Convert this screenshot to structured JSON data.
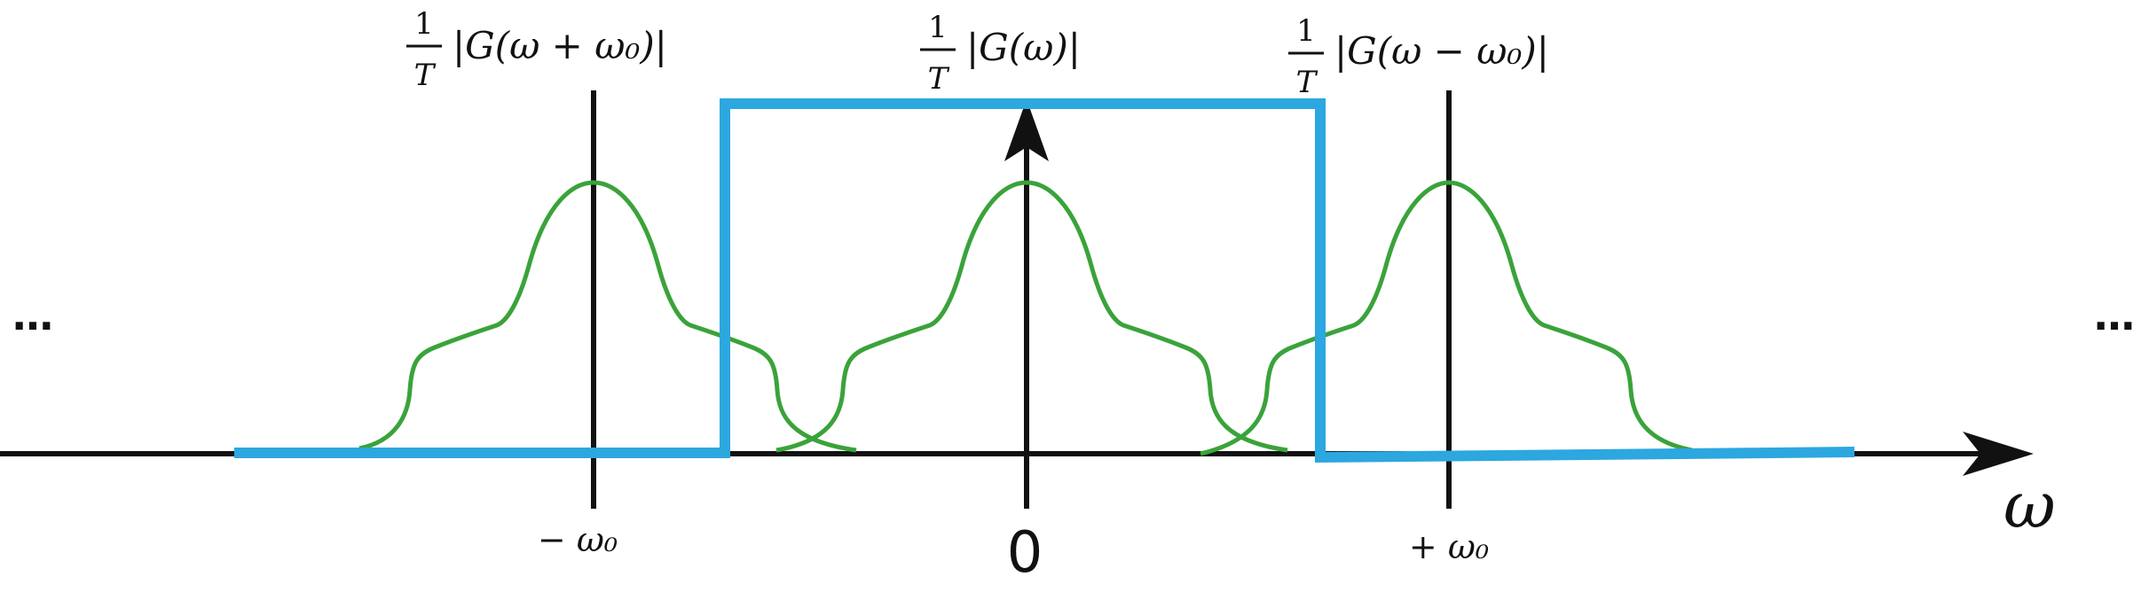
{
  "diagram": {
    "axis_variable": "ω",
    "origin_label": "0",
    "left_ellipsis": "…",
    "right_ellipsis": "…",
    "copies": [
      {
        "label_num": "1",
        "label_den": "T",
        "label_expr": "|G(ω + ω₀)|",
        "tick_label": "− ω₀"
      },
      {
        "label_num": "1",
        "label_den": "T",
        "label_expr": "|G(ω)|",
        "tick_label": "0"
      },
      {
        "label_num": "1",
        "label_den": "T",
        "label_expr": "|G(ω − ω₀)|",
        "tick_label": "+ ω₀"
      }
    ],
    "colors": {
      "axis": "#111111",
      "spectrum_curve": "#3aa33a",
      "ideal_lowpass_filter": "#2ca7e0"
    }
  }
}
